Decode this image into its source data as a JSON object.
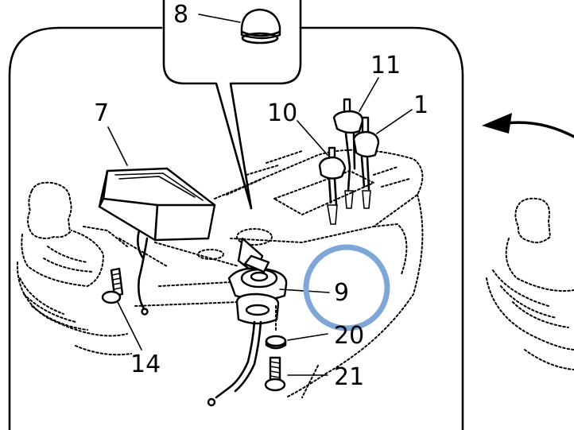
{
  "diagram": {
    "callouts": [
      {
        "id": "8",
        "text": "8"
      },
      {
        "id": "7",
        "text": "7"
      },
      {
        "id": "11",
        "text": "11"
      },
      {
        "id": "10",
        "text": "10"
      },
      {
        "id": "1",
        "text": "1"
      },
      {
        "id": "9",
        "text": "9"
      },
      {
        "id": "20",
        "text": "20"
      },
      {
        "id": "21",
        "text": "21"
      },
      {
        "id": "14",
        "text": "14"
      }
    ],
    "highlight_color": "#7ea6d6",
    "line_color": "#000000",
    "background": "#ffffff"
  }
}
